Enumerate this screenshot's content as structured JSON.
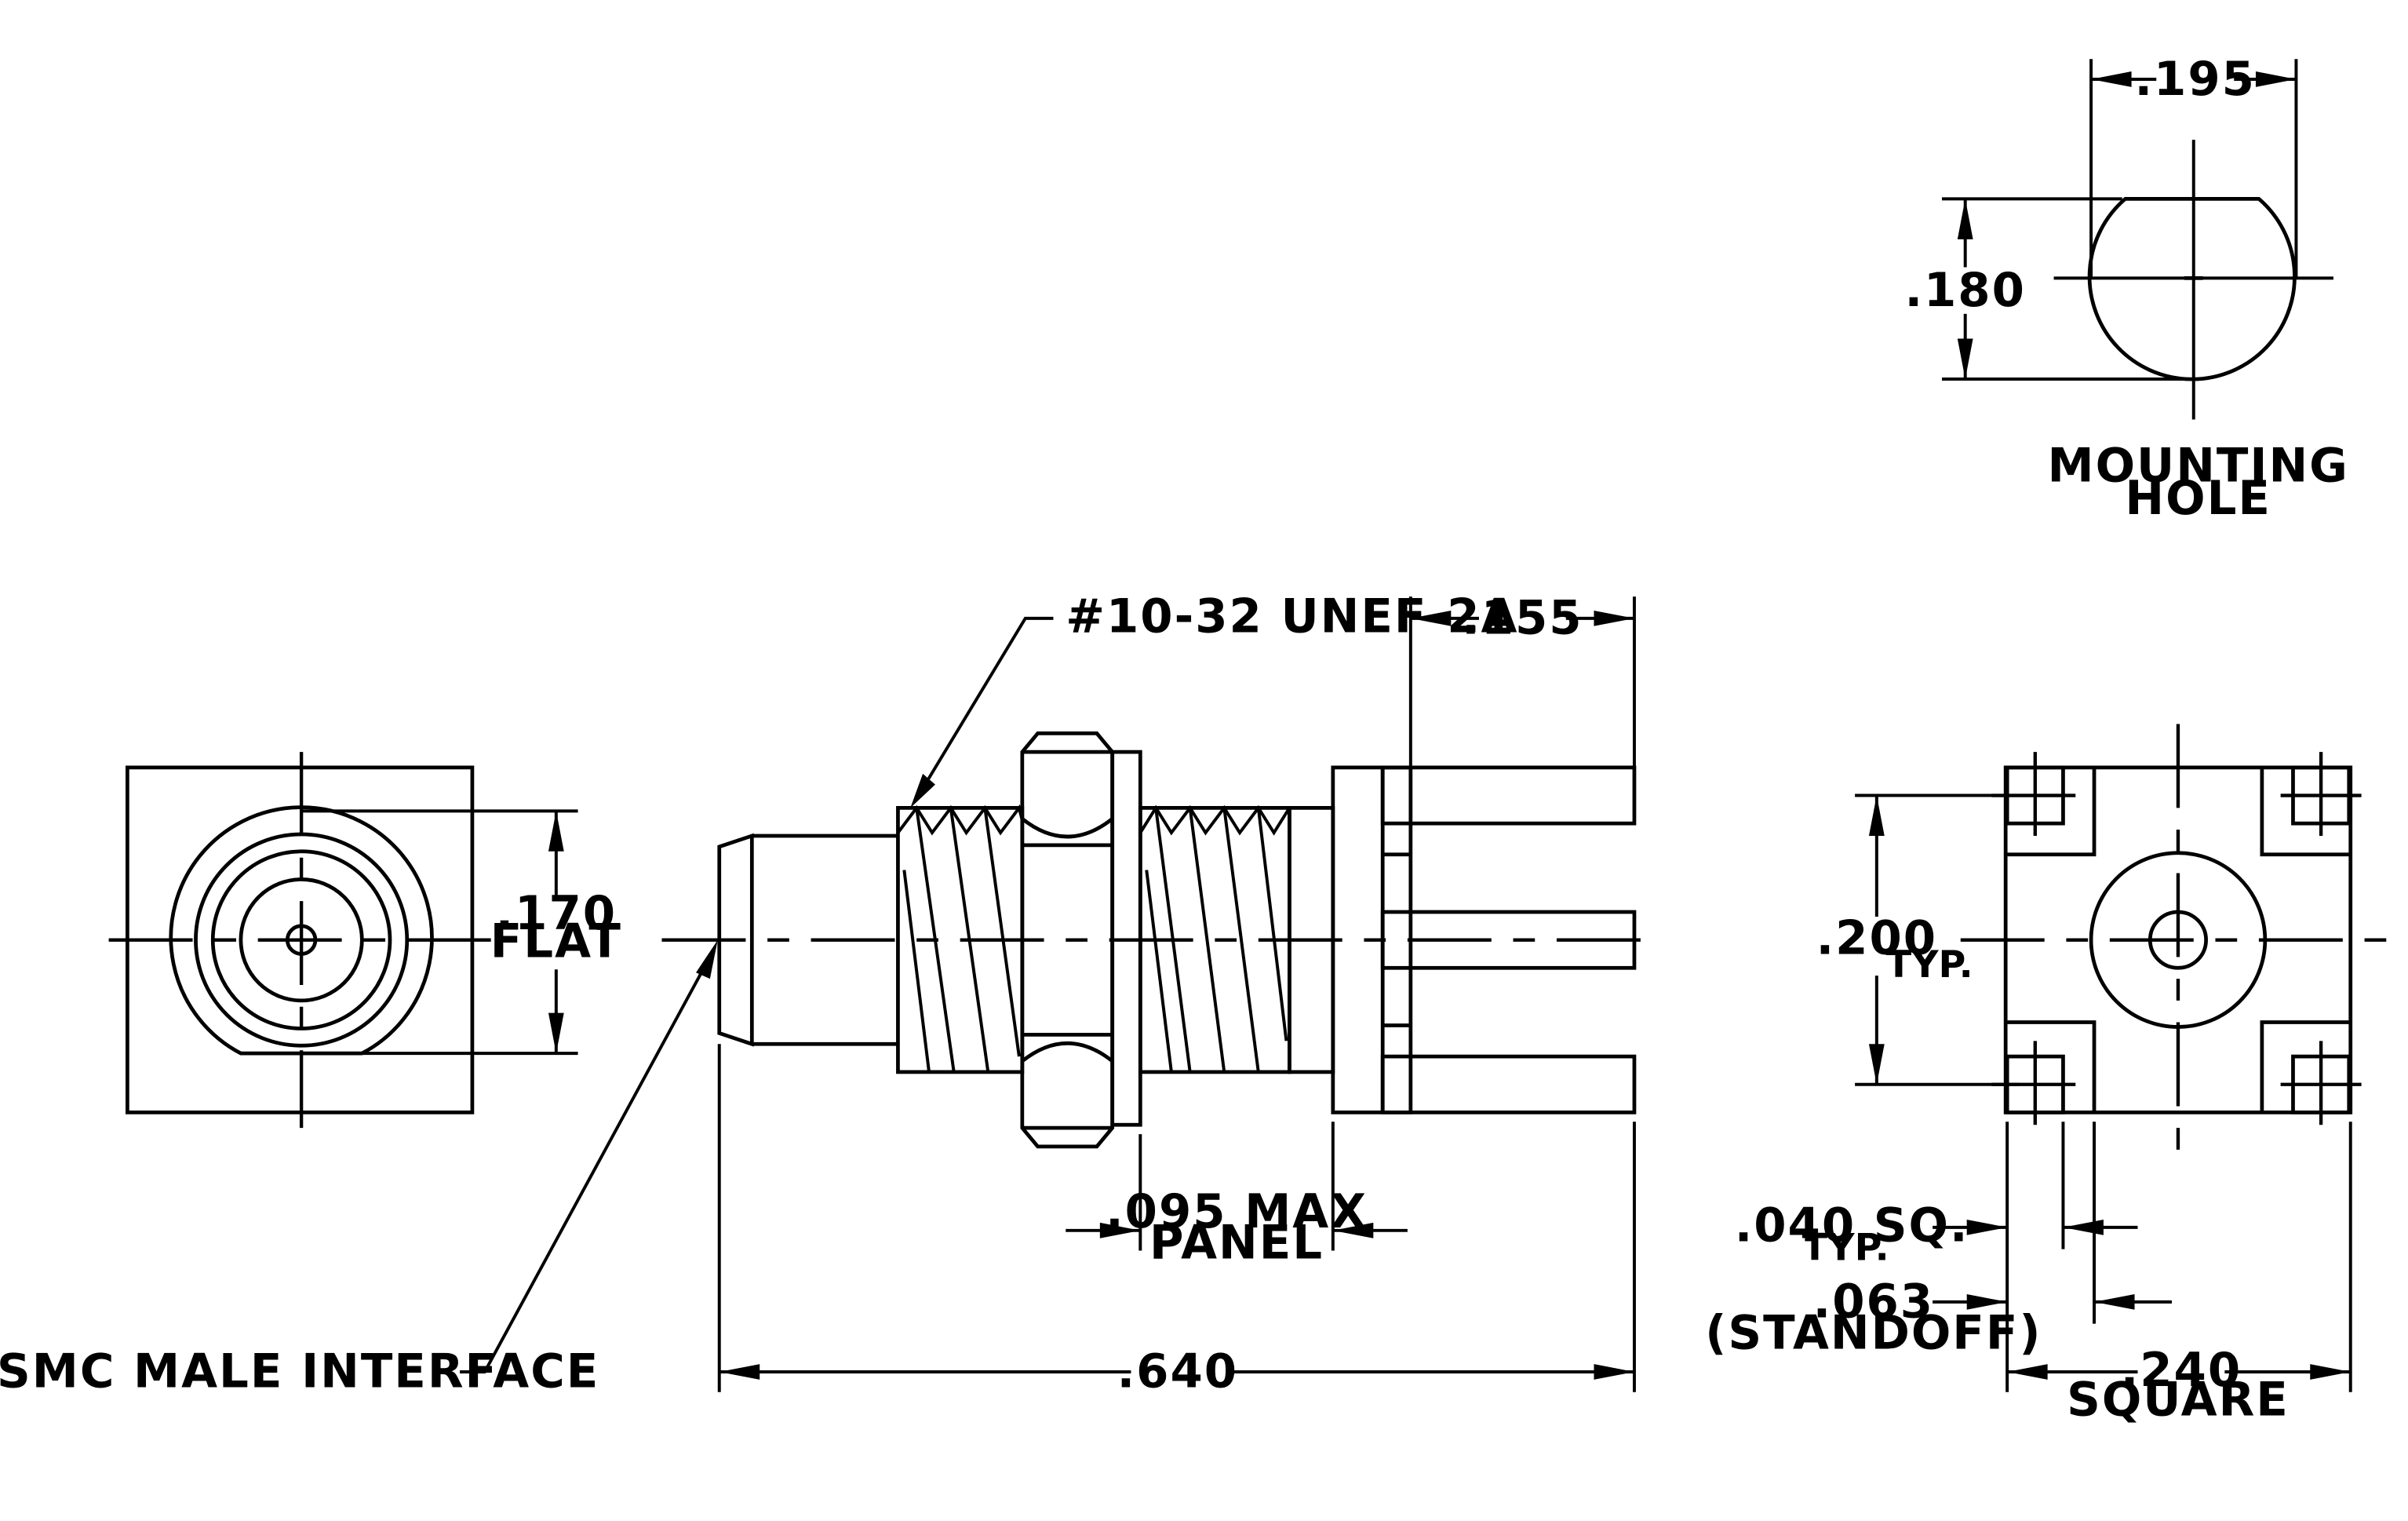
{
  "mounting_hole": {
    "width_dim": ".195",
    "height_dim": ".180",
    "caption_line1": "MOUNTING",
    "caption_line2": "HOLE"
  },
  "front_view": {
    "flat_dim": ".170",
    "flat_label": "FLAT"
  },
  "side_view": {
    "thread_callout": "#10-32 UNEF-2A",
    "pin_length_dim": ".155",
    "panel_dim": ".095 MAX",
    "panel_label": "PANEL",
    "overall_length_dim": ".640",
    "interface_callout": "SMC MALE INTERFACE"
  },
  "bottom_view": {
    "pin_spacing_dim": ".200",
    "pin_spacing_note": "TYP.",
    "pin_size_dim": ".040 SQ.",
    "pin_size_note": "TYP.",
    "standoff_dim": ".063",
    "standoff_label": "(STANDOFF)",
    "body_dim": ".240",
    "body_label": "SQUARE"
  }
}
